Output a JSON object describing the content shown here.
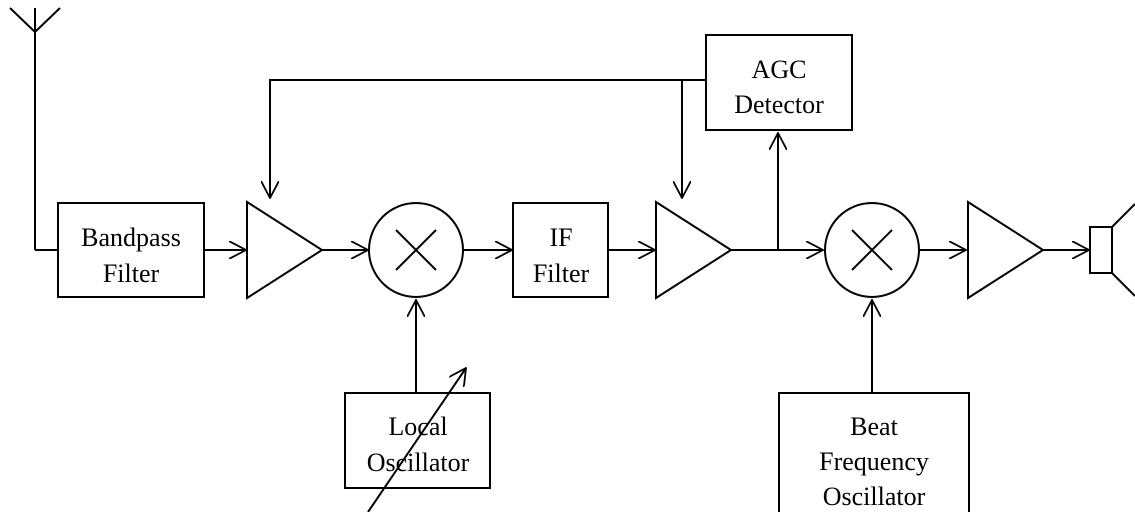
{
  "blocks": {
    "bandpass_filter": {
      "line1": "Bandpass",
      "line2": "Filter"
    },
    "if_filter": {
      "line1": "IF",
      "line2": "Filter"
    },
    "agc_detector": {
      "line1": "AGC",
      "line2": "Detector"
    },
    "local_oscillator": {
      "line1": "Local",
      "line2": "Oscillator"
    },
    "beat_frequency_oscillator": {
      "line1": "Beat",
      "line2": "Frequency",
      "line3": "Oscillator"
    }
  },
  "colors": {
    "stroke": "#000000",
    "background": "#ffffff"
  },
  "icons": [
    "antenna-icon",
    "amplifier-icon",
    "mixer-icon",
    "speaker-icon",
    "tuning-arrow-icon"
  ]
}
